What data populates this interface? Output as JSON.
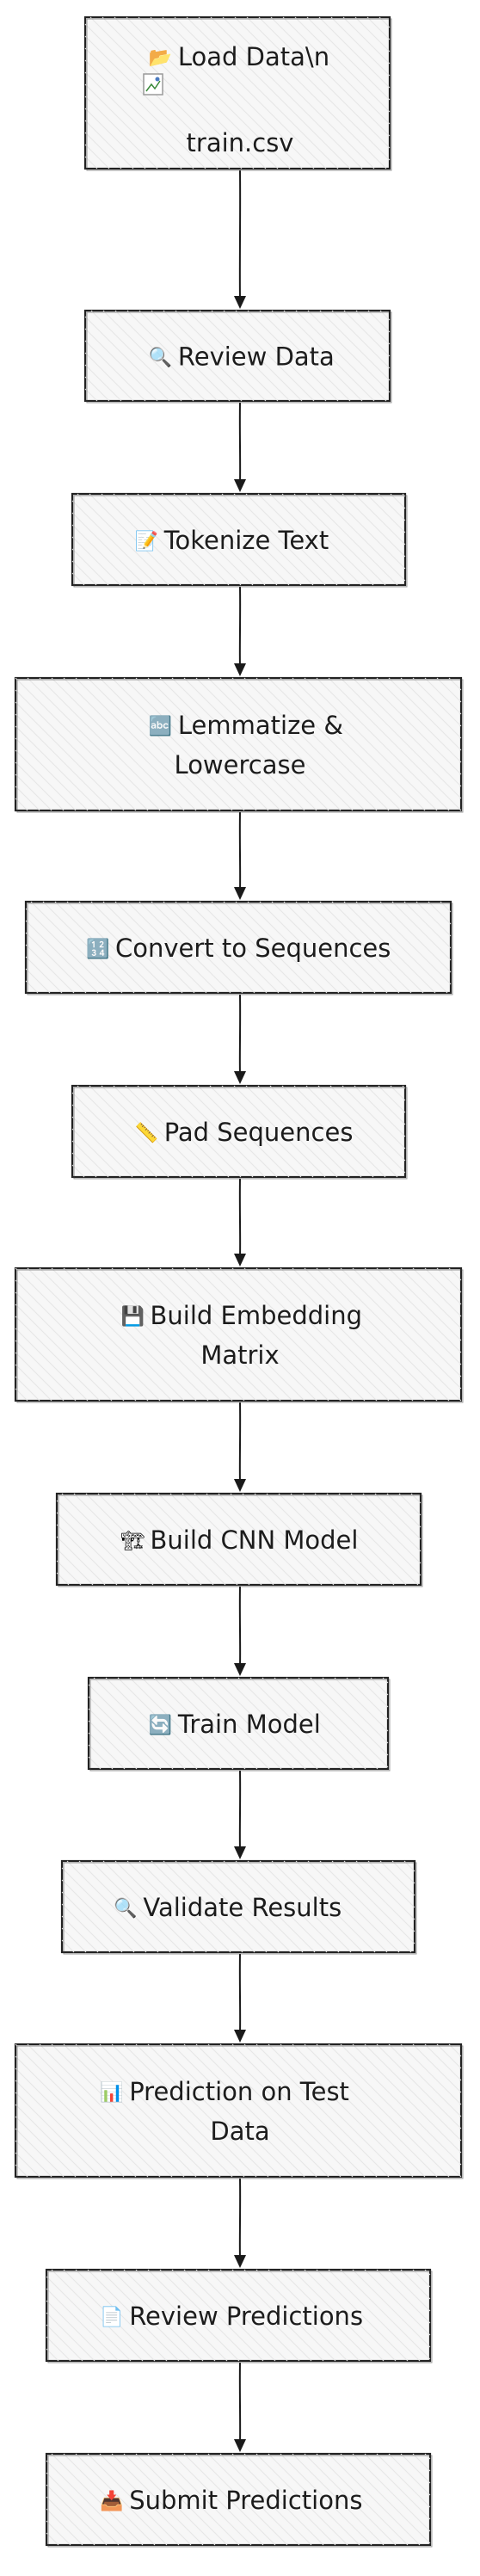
{
  "nodes": [
    {
      "id": "load-data",
      "icon": "folder-open-icon",
      "glyph": "📂",
      "lines": [
        "Load Data\\n"
      ],
      "extra_text": "train.csv",
      "has_broken_image": true
    },
    {
      "id": "review-data",
      "icon": "magnifier-icon",
      "glyph": "🔍",
      "lines": [
        "Review Data"
      ]
    },
    {
      "id": "tokenize-text",
      "icon": "memo-icon",
      "glyph": "📝",
      "lines": [
        "Tokenize Text"
      ]
    },
    {
      "id": "lemmatize-lowercase",
      "icon": "abc-icon",
      "glyph": "🔤",
      "lines": [
        "Lemmatize &",
        "Lowercase"
      ]
    },
    {
      "id": "convert-to-sequences",
      "icon": "numbers-icon",
      "glyph": "🔢",
      "lines": [
        "Convert to Sequences"
      ]
    },
    {
      "id": "pad-sequences",
      "icon": "ruler-icon",
      "glyph": "📏",
      "lines": [
        "Pad Sequences"
      ]
    },
    {
      "id": "build-embedding-matrix",
      "icon": "floppy-disk-icon",
      "glyph": "💾",
      "lines": [
        "Build Embedding",
        "Matrix"
      ]
    },
    {
      "id": "build-cnn-model",
      "icon": "construction-icon",
      "glyph": "🏗",
      "lines": [
        "Build CNN Model"
      ]
    },
    {
      "id": "train-model",
      "icon": "refresh-icon",
      "glyph": "🔄",
      "lines": [
        "Train Model"
      ]
    },
    {
      "id": "validate-results",
      "icon": "magnifier-icon",
      "glyph": "🔍",
      "lines": [
        "Validate Results"
      ]
    },
    {
      "id": "prediction-on-test-data",
      "icon": "bar-chart-icon",
      "glyph": "📊",
      "lines": [
        "Prediction on Test",
        "Data"
      ]
    },
    {
      "id": "review-predictions",
      "icon": "document-icon",
      "glyph": "📄",
      "lines": [
        "Review Predictions"
      ]
    },
    {
      "id": "submit-predictions",
      "icon": "inbox-tray-icon",
      "glyph": "📥",
      "lines": [
        "Submit Predictions"
      ]
    }
  ],
  "edges": [
    [
      "load-data",
      "review-data"
    ],
    [
      "review-data",
      "tokenize-text"
    ],
    [
      "tokenize-text",
      "lemmatize-lowercase"
    ],
    [
      "lemmatize-lowercase",
      "convert-to-sequences"
    ],
    [
      "convert-to-sequences",
      "pad-sequences"
    ],
    [
      "pad-sequences",
      "build-embedding-matrix"
    ],
    [
      "build-embedding-matrix",
      "build-cnn-model"
    ],
    [
      "build-cnn-model",
      "train-model"
    ],
    [
      "train-model",
      "validate-results"
    ],
    [
      "validate-results",
      "prediction-on-test-data"
    ],
    [
      "prediction-on-test-data",
      "review-predictions"
    ],
    [
      "review-predictions",
      "submit-predictions"
    ]
  ]
}
